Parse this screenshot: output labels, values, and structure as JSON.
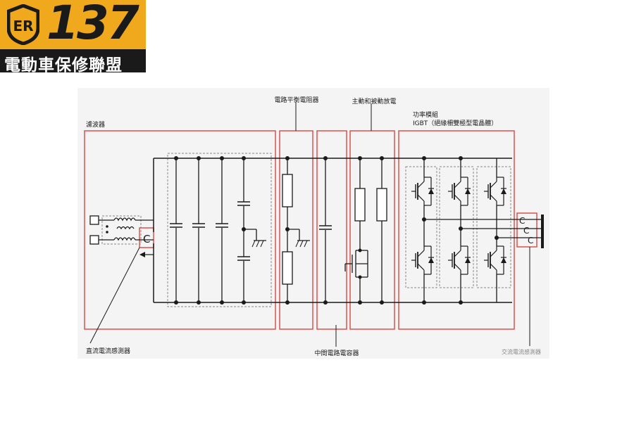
{
  "logo": {
    "number": "137",
    "subtitle": "電動車保修聯盟",
    "badge_letters": "ER"
  },
  "labels": {
    "filter": "濾波器",
    "balance_resistor": "電路平衡電阻器",
    "discharge": "主動和被動放電",
    "power_module": "功率模組",
    "igbt": "IGBT（絕緣柵雙極型電晶體）",
    "dc_sensor": "直流電流感測器",
    "dc_link_capacitor": "中間電路電容器",
    "ac_sensor": "交流電流感測器",
    "sensor_glyph": "C"
  },
  "colors": {
    "box_outline": "#d9534f",
    "wire": "#1a1a1a",
    "logo_bg": "#f0a81c",
    "logo_dark": "#1a1a1a",
    "ac_label": "#888888"
  }
}
